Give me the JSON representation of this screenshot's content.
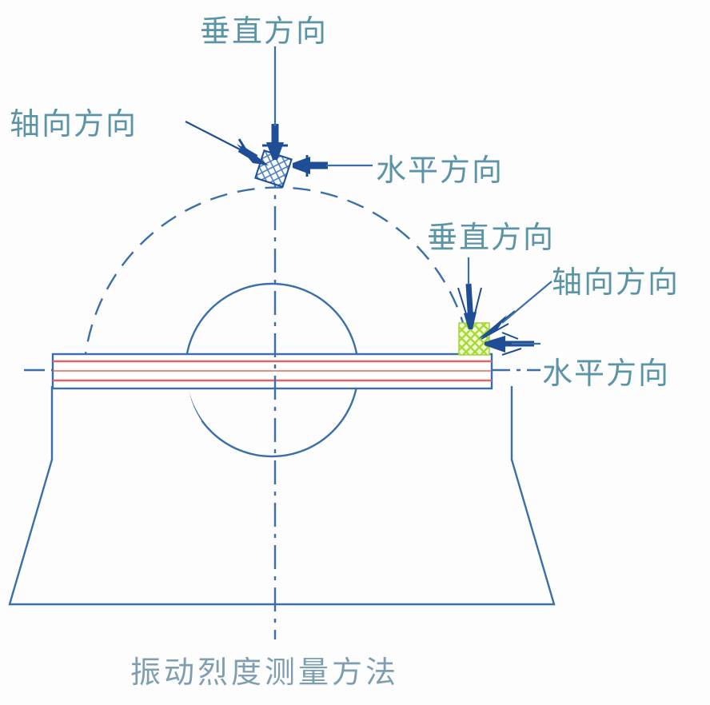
{
  "figure": {
    "caption": "振动烈度测量方法",
    "background_color": "#fdfdfd",
    "outline_color": "#3b6fa8",
    "label_color": "#5b94a6",
    "caption_color": "#7f9fb0",
    "shaft_line_color": "#e06666",
    "probe_color": "#1f4e96",
    "sensor_top_fill": "#ffffff",
    "sensor_right_fill": "#d9f07a"
  },
  "labels": {
    "vertical_top": "垂直方向",
    "axial_left": "轴向方向",
    "horizontal_top": "水平方向",
    "vertical_right": "垂直方向",
    "axial_right": "轴向方向",
    "horizontal_right": "水平方向"
  },
  "parts": {
    "base": "machine-base-trapezoid",
    "shaft": "horizontal-shaft-beam",
    "rotor": "rotor-circle",
    "casing_arc": "dashed-casing-arc",
    "centerline_vertical": "vertical-dash-dot-centerline",
    "centerline_horizontal": "horizontal-dash-dot-centerline",
    "sensor_top": "measurement-point-top",
    "sensor_right": "measurement-point-bearing"
  }
}
